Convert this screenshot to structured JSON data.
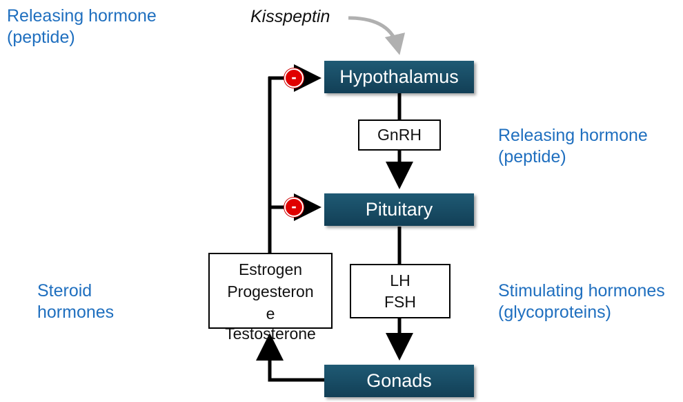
{
  "labels": {
    "top_left": "Releasing hormone\n(peptide)",
    "right_1": "Releasing hormone\n(peptide)",
    "right_2": "Stimulating hormones\n(glycoproteins)",
    "left_steroid": "Steroid\nhormones",
    "kisspeptin": "Kisspeptin"
  },
  "boxes": {
    "hypothalamus": "Hypothalamus",
    "pituitary": "Pituitary",
    "gonads": "Gonads",
    "gnrh": "GnRH",
    "lh": "LH",
    "fsh": "FSH",
    "steroids": [
      "Estrogen",
      "Progesteron",
      "e",
      "Testosterone"
    ]
  },
  "inhibition_symbol": "-",
  "colors": {
    "box_dark": "#1b5069",
    "label_blue": "#1f6fbf",
    "inhibit_red": "#e00000",
    "arrow_gray": "#b0b0b0"
  }
}
